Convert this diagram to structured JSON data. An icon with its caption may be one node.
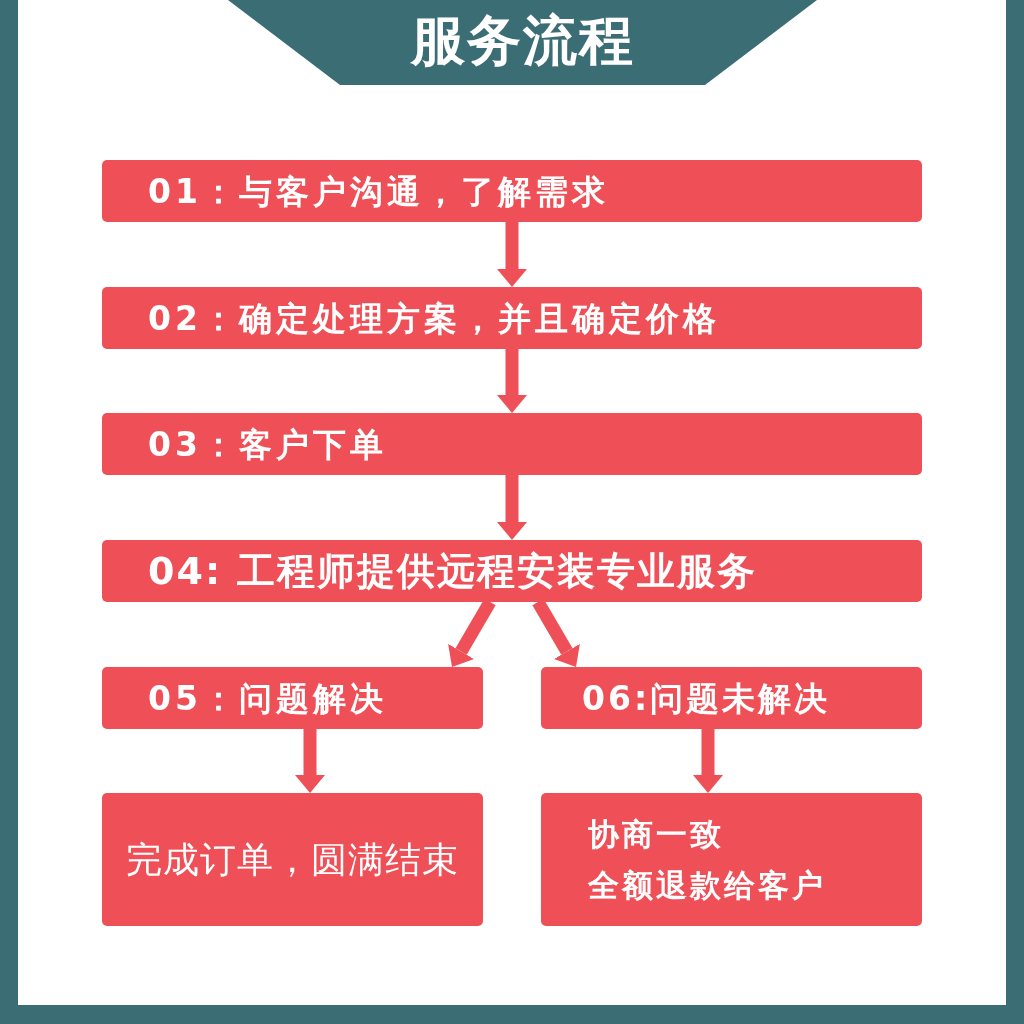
{
  "diagram": {
    "title": "服务流程",
    "nodes": [
      {
        "text": [
          "01：与客户沟通，了解需求"
        ]
      },
      {
        "text": [
          "02：确定处理方案，并且确定价格"
        ]
      },
      {
        "text": [
          "03：客户下单"
        ]
      },
      {
        "text": [
          "04: 工程师提供远程安装专业服务"
        ]
      },
      {
        "text": [
          "05：问题解决"
        ]
      },
      {
        "text": [
          "06:问题未解决"
        ]
      },
      {
        "text": [
          "完成订单，圆满结束"
        ]
      },
      {
        "text": [
          "协商一致",
          "全额退款给客户"
        ]
      }
    ],
    "edges": [
      {
        "from": 0,
        "to": 1,
        "arrow": "to"
      },
      {
        "from": 1,
        "to": 2,
        "arrow": "to"
      },
      {
        "from": 2,
        "to": 3,
        "arrow": "to"
      },
      {
        "from": 3,
        "to": 4,
        "arrow": "to"
      },
      {
        "from": 3,
        "to": 5,
        "arrow": "to"
      },
      {
        "from": 4,
        "to": 6,
        "arrow": "to"
      },
      {
        "from": 5,
        "to": 7,
        "arrow": "to"
      }
    ]
  }
}
